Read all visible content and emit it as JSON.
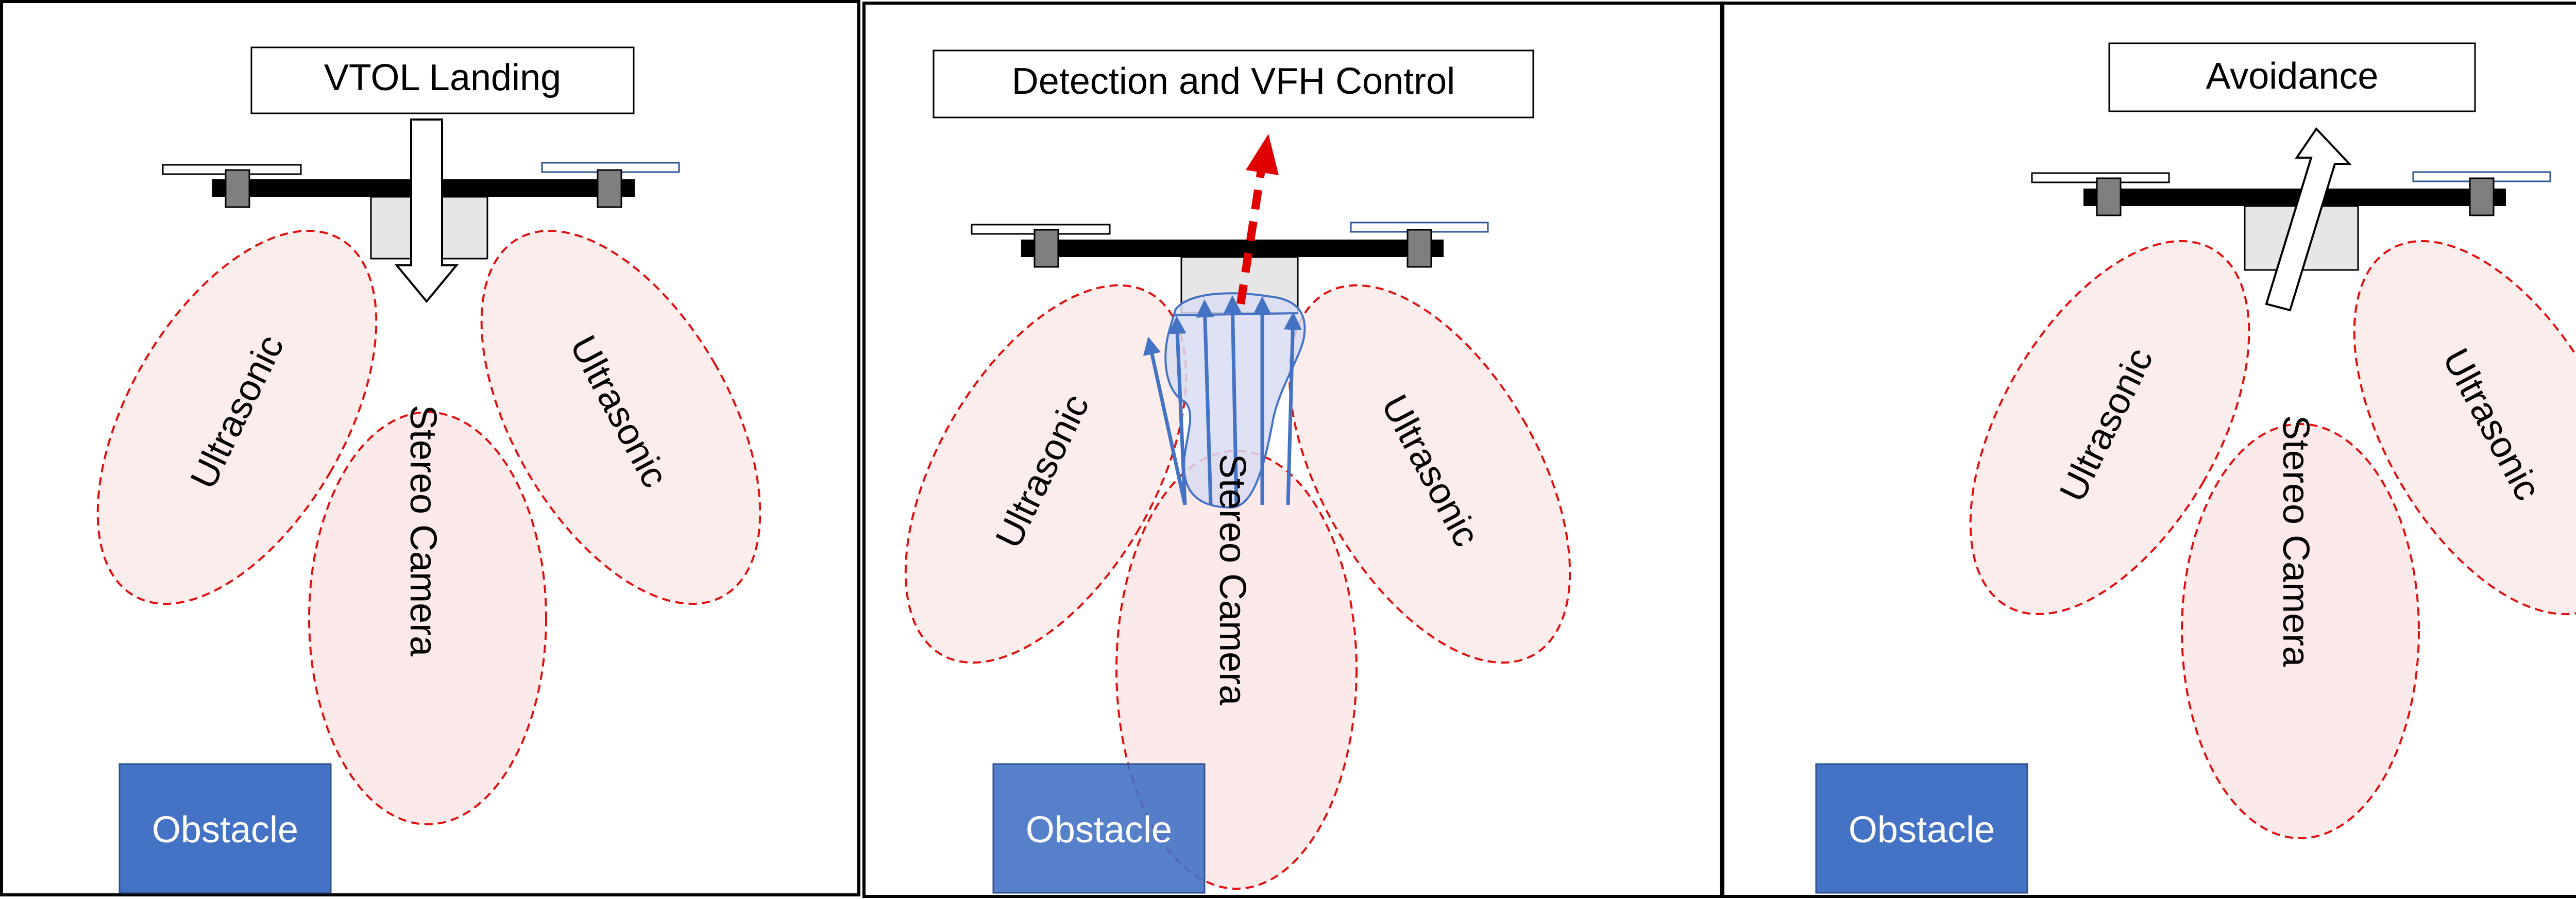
{
  "panels": [
    {
      "title": "VTOL Landing",
      "sensor_left": "Ultrasonic",
      "sensor_right": "Ultrasonic",
      "sensor_center": "Stereo Camera",
      "obstacle": "Obstacle"
    },
    {
      "title": "Detection and VFH Control",
      "sensor_left": "Ultrasonic",
      "sensor_right": "Ultrasonic",
      "sensor_center": "Stereo Camera",
      "obstacle": "Obstacle"
    },
    {
      "title": "Avoidance",
      "sensor_left": "Ultrasonic",
      "sensor_right": "Ultrasonic",
      "sensor_center": "Stereo Camera",
      "obstacle": "Obstacle"
    }
  ],
  "colors": {
    "obstacle_fill": "#4472C4",
    "sensor_fill": "#FBE5E5",
    "sensor_stroke": "#E01010",
    "arm": "#000000",
    "motor": "#7F7F7F",
    "vfh_arrow": "#E00000",
    "vfh_vectors": "#4472C4"
  }
}
